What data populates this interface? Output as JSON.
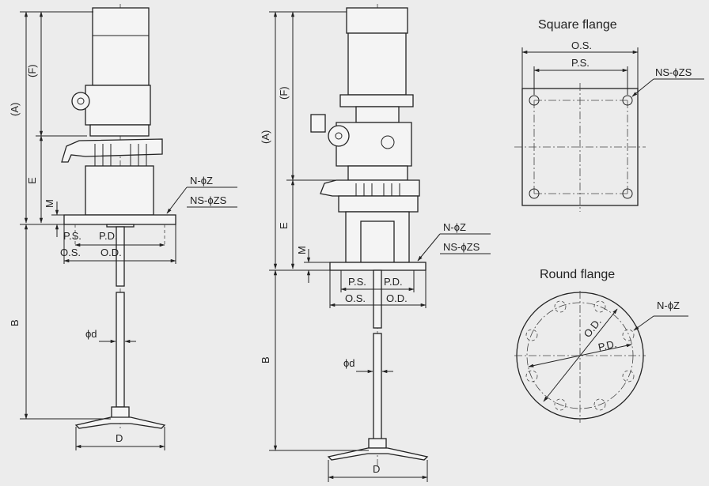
{
  "left_drawing": {
    "dim_A": "(A)",
    "dim_F": "(F)",
    "dim_E": "E",
    "dim_M": "M",
    "dim_B": "B",
    "dim_D": "D",
    "ps": "P.S.",
    "pd": "P.D.",
    "os": "O.S.",
    "od": "O.D.",
    "phi_d": "ϕd",
    "n_phi_z": "N-ϕZ",
    "ns_phi_zs": "NS-ϕZS"
  },
  "middle_drawing": {
    "dim_A": "(A)",
    "dim_F": "(F)",
    "dim_E": "E",
    "dim_M": "M",
    "dim_B": "B",
    "dim_D": "D",
    "ps": "P.S.",
    "pd": "P.D.",
    "os": "O.S.",
    "od": "O.D.",
    "phi_d": "ϕd",
    "n_phi_z": "N-ϕZ",
    "ns_phi_zs": "NS-ϕZS"
  },
  "square_flange": {
    "title": "Square flange",
    "os": "O.S.",
    "ps": "P.S.",
    "ns_phi_zs": "NS-ϕZS"
  },
  "round_flange": {
    "title": "Round flange",
    "od": "O.D.",
    "pd": "P.D.",
    "n_phi_z": "N-ϕZ"
  }
}
